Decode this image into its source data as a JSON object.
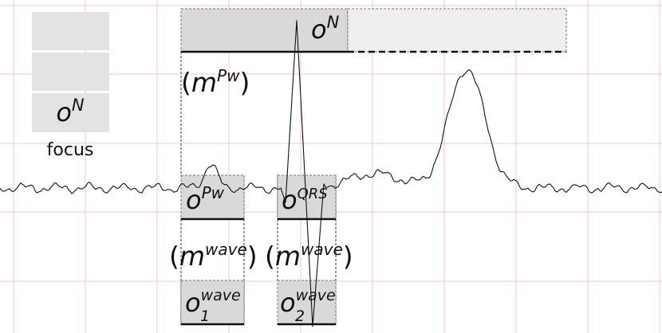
{
  "colors": {
    "grid_line": "#f7c4cf",
    "box_dark": "#d9d9d9",
    "box_light": "#efefef",
    "focus_box": "#e3e3e3",
    "stroke": "#111111"
  },
  "focus_panel": {
    "label": "focus",
    "active_base": "o",
    "active_sup": "N"
  },
  "top_observation": {
    "base": "o",
    "sup": "N"
  },
  "model_pw": {
    "open": "(",
    "base": "m",
    "sup": "Pw",
    "close": ")"
  },
  "wave_observations": [
    {
      "base": "o",
      "sup": "Pw"
    },
    {
      "base": "o",
      "sup": "QRS"
    }
  ],
  "wave_models": [
    {
      "open": "(",
      "base": "m",
      "sup": "wave",
      "close": ")"
    },
    {
      "open": "(",
      "base": "m",
      "sup": "wave",
      "close": ")"
    }
  ],
  "wave_sub_observations": [
    {
      "base": "o",
      "sup": "wave",
      "sub": "1"
    },
    {
      "base": "o",
      "sup": "wave",
      "sub": "2"
    }
  ]
}
